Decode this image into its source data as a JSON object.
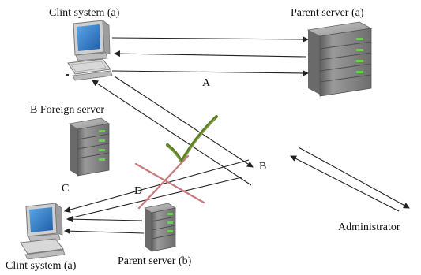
{
  "labels": {
    "client_a_top": "Clint system (a)",
    "parent_a": "Parent server (a)",
    "arrow_a": "A",
    "foreign_server": "B Foreign server",
    "arrow_b": "B",
    "arrow_c": "C",
    "arrow_d": "D",
    "administrator": "Administrator",
    "client_a_bottom": "Clint system (a)",
    "parent_b": "Parent server (b)"
  },
  "colors": {
    "check_mark": "#5f7f2a",
    "cross_mark": "#c9787a",
    "server_body": "#8a8a8a",
    "server_led": "#66d14a",
    "monitor_screen": "#2f79c4",
    "arrow": "#222222"
  },
  "icons": {
    "client_top": "computer-icon",
    "client_bottom": "computer-icon",
    "parent_a": "server-icon",
    "foreign": "server-icon",
    "parent_b": "server-icon",
    "allowed": "check-mark-icon",
    "blocked": "cross-mark-icon"
  }
}
